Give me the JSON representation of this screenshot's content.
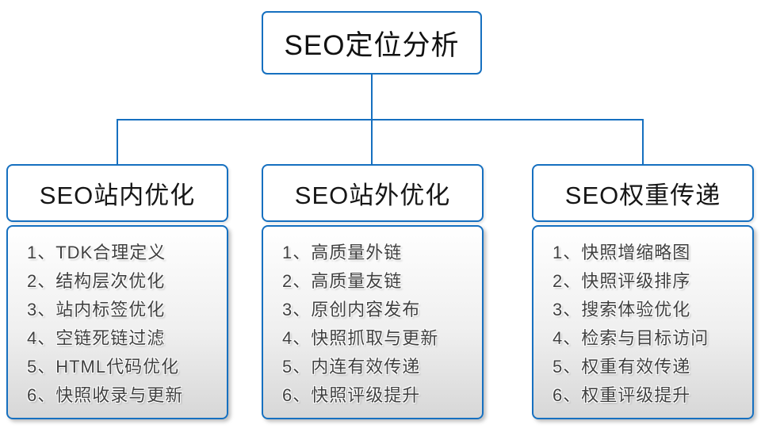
{
  "root": {
    "title": "SEO定位分析"
  },
  "branches": [
    {
      "title": "SEO站内优化",
      "items": [
        "1、TDK合理定义",
        "2、结构层次优化",
        "3、站内标签优化",
        "4、空链死链过滤",
        "5、HTML代码优化",
        "6、快照收录与更新"
      ]
    },
    {
      "title": "SEO站外优化",
      "items": [
        "1、高质量外链",
        "2、高质量友链",
        "3、原创内容发布",
        "4、快照抓取与更新",
        "5、内连有效传递",
        "6、快照评级提升"
      ]
    },
    {
      "title": "SEO权重传递",
      "items": [
        "1、快照增缩略图",
        "2、快照评级排序",
        "3、搜索体验优化",
        "4、检索与目标访问",
        "5、权重有效传递",
        "6、权重评级提升"
      ]
    }
  ],
  "palette": {
    "border_blue": "#1670c0",
    "body_gradient_top": "#ffffff",
    "body_gradient_bottom": "#d7d7d7",
    "list_text": "#404040",
    "title_text": "#111111"
  }
}
